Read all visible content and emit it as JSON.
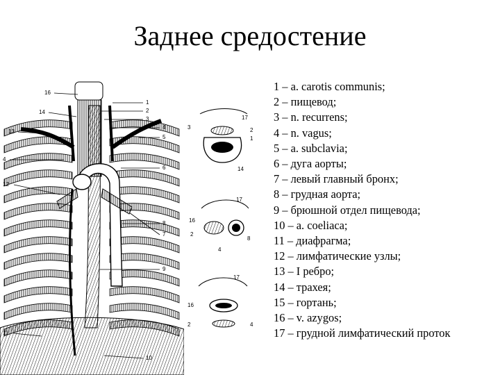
{
  "title": "Заднее средостение",
  "legend": [
    "1 – a. carotis communis;",
    "2 – пищевод;",
    "3 – n. recurrens;",
    "4 – n. vagus;",
    "5 – a. subclavia;",
    "6 – дуга аорты;",
    "7 – левый главный бронх;",
    "8 – грудная аорта;",
    "9 – брюшной отдел пищевода;",
    "10 – a. coeliaca;",
    "11 – диафрагма;",
    "12 – лимфатические узлы;",
    "13 – I ребро;",
    "14 – трахея;",
    "15 – гортань;",
    "16 – v. azygos;",
    "17 – грудной лимфатический проток"
  ],
  "main_figure_labels": {
    "left": [
      "16",
      "14",
      "13",
      "4",
      "12",
      "11"
    ],
    "right": [
      "1",
      "2",
      "3",
      "4",
      "5",
      "6",
      "8",
      "9",
      "7",
      "10"
    ]
  },
  "cross_section_labels": {
    "top": [
      "3",
      "17",
      "2",
      "1",
      "14"
    ],
    "middle": [
      "17",
      "16",
      "2",
      "8",
      "4"
    ],
    "bottom": [
      "17",
      "16",
      "2",
      "4"
    ]
  }
}
